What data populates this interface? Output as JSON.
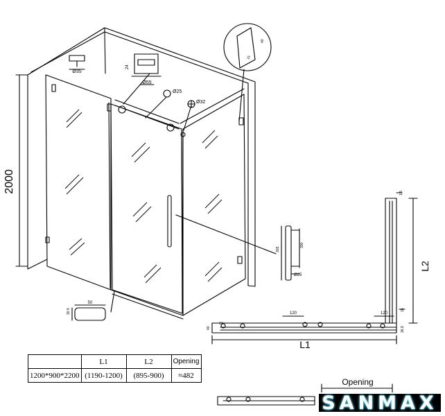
{
  "dimensions": {
    "height_2000": "2000",
    "l1": "L1",
    "l2": "L2",
    "opening": "Opening",
    "d35": "Ø35",
    "d55": "Ø55",
    "d25": "Ø25",
    "d32": "Ø32",
    "d25b": "Ø25",
    "h24": "24",
    "w15": "15",
    "h40": "40",
    "d15": "15",
    "w50": "50",
    "h305": "30.5",
    "h303": "303",
    "h300": "300",
    "w120a": "120",
    "w120b": "120",
    "h40b": "40",
    "d13": "13",
    "d15b": "15",
    "d368": "36.8",
    "d15c": "1.5"
  },
  "spec_table": {
    "header": [
      "",
      "L1",
      "L2",
      "Opening"
    ],
    "rows": [
      [
        "1200*900*2200",
        "(1190-1200)",
        "(895-900)",
        "≈482"
      ]
    ]
  },
  "brand": "SANMAX"
}
